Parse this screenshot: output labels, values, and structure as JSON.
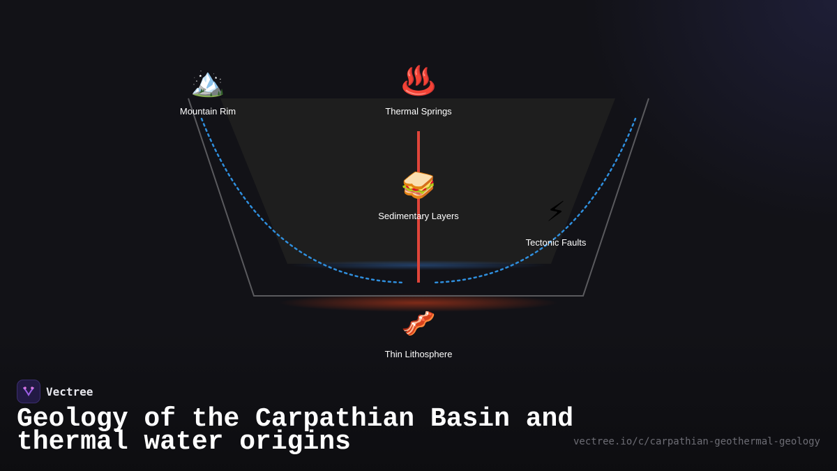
{
  "diagram": {
    "nodes": [
      {
        "id": "mountain-rim",
        "icon": "🏔️",
        "label": "Mountain Rim"
      },
      {
        "id": "thermal-springs",
        "icon": "♨️",
        "label": "Thermal Springs"
      },
      {
        "id": "sedimentary-layers",
        "icon": "🥪",
        "label": "Sedimentary Layers"
      },
      {
        "id": "tectonic-faults",
        "icon": "⚡",
        "label": "Tectonic Faults"
      },
      {
        "id": "thin-lithosphere",
        "icon": "🥓",
        "label": "Thin Lithosphere"
      }
    ],
    "colors": {
      "basin_outline": "#5a5a5e",
      "inner_basin": "#1e1e1e",
      "water_flow": "#2f8fde",
      "heat_column": "#e0453a",
      "heat_glow": "#a33318"
    }
  },
  "brand": {
    "name": "Vectree",
    "logo_icon": "vectree-logo-icon"
  },
  "title": "Geology of the Carpathian Basin and thermal water origins",
  "url": "vectree.io/c/carpathian-geothermal-geology"
}
